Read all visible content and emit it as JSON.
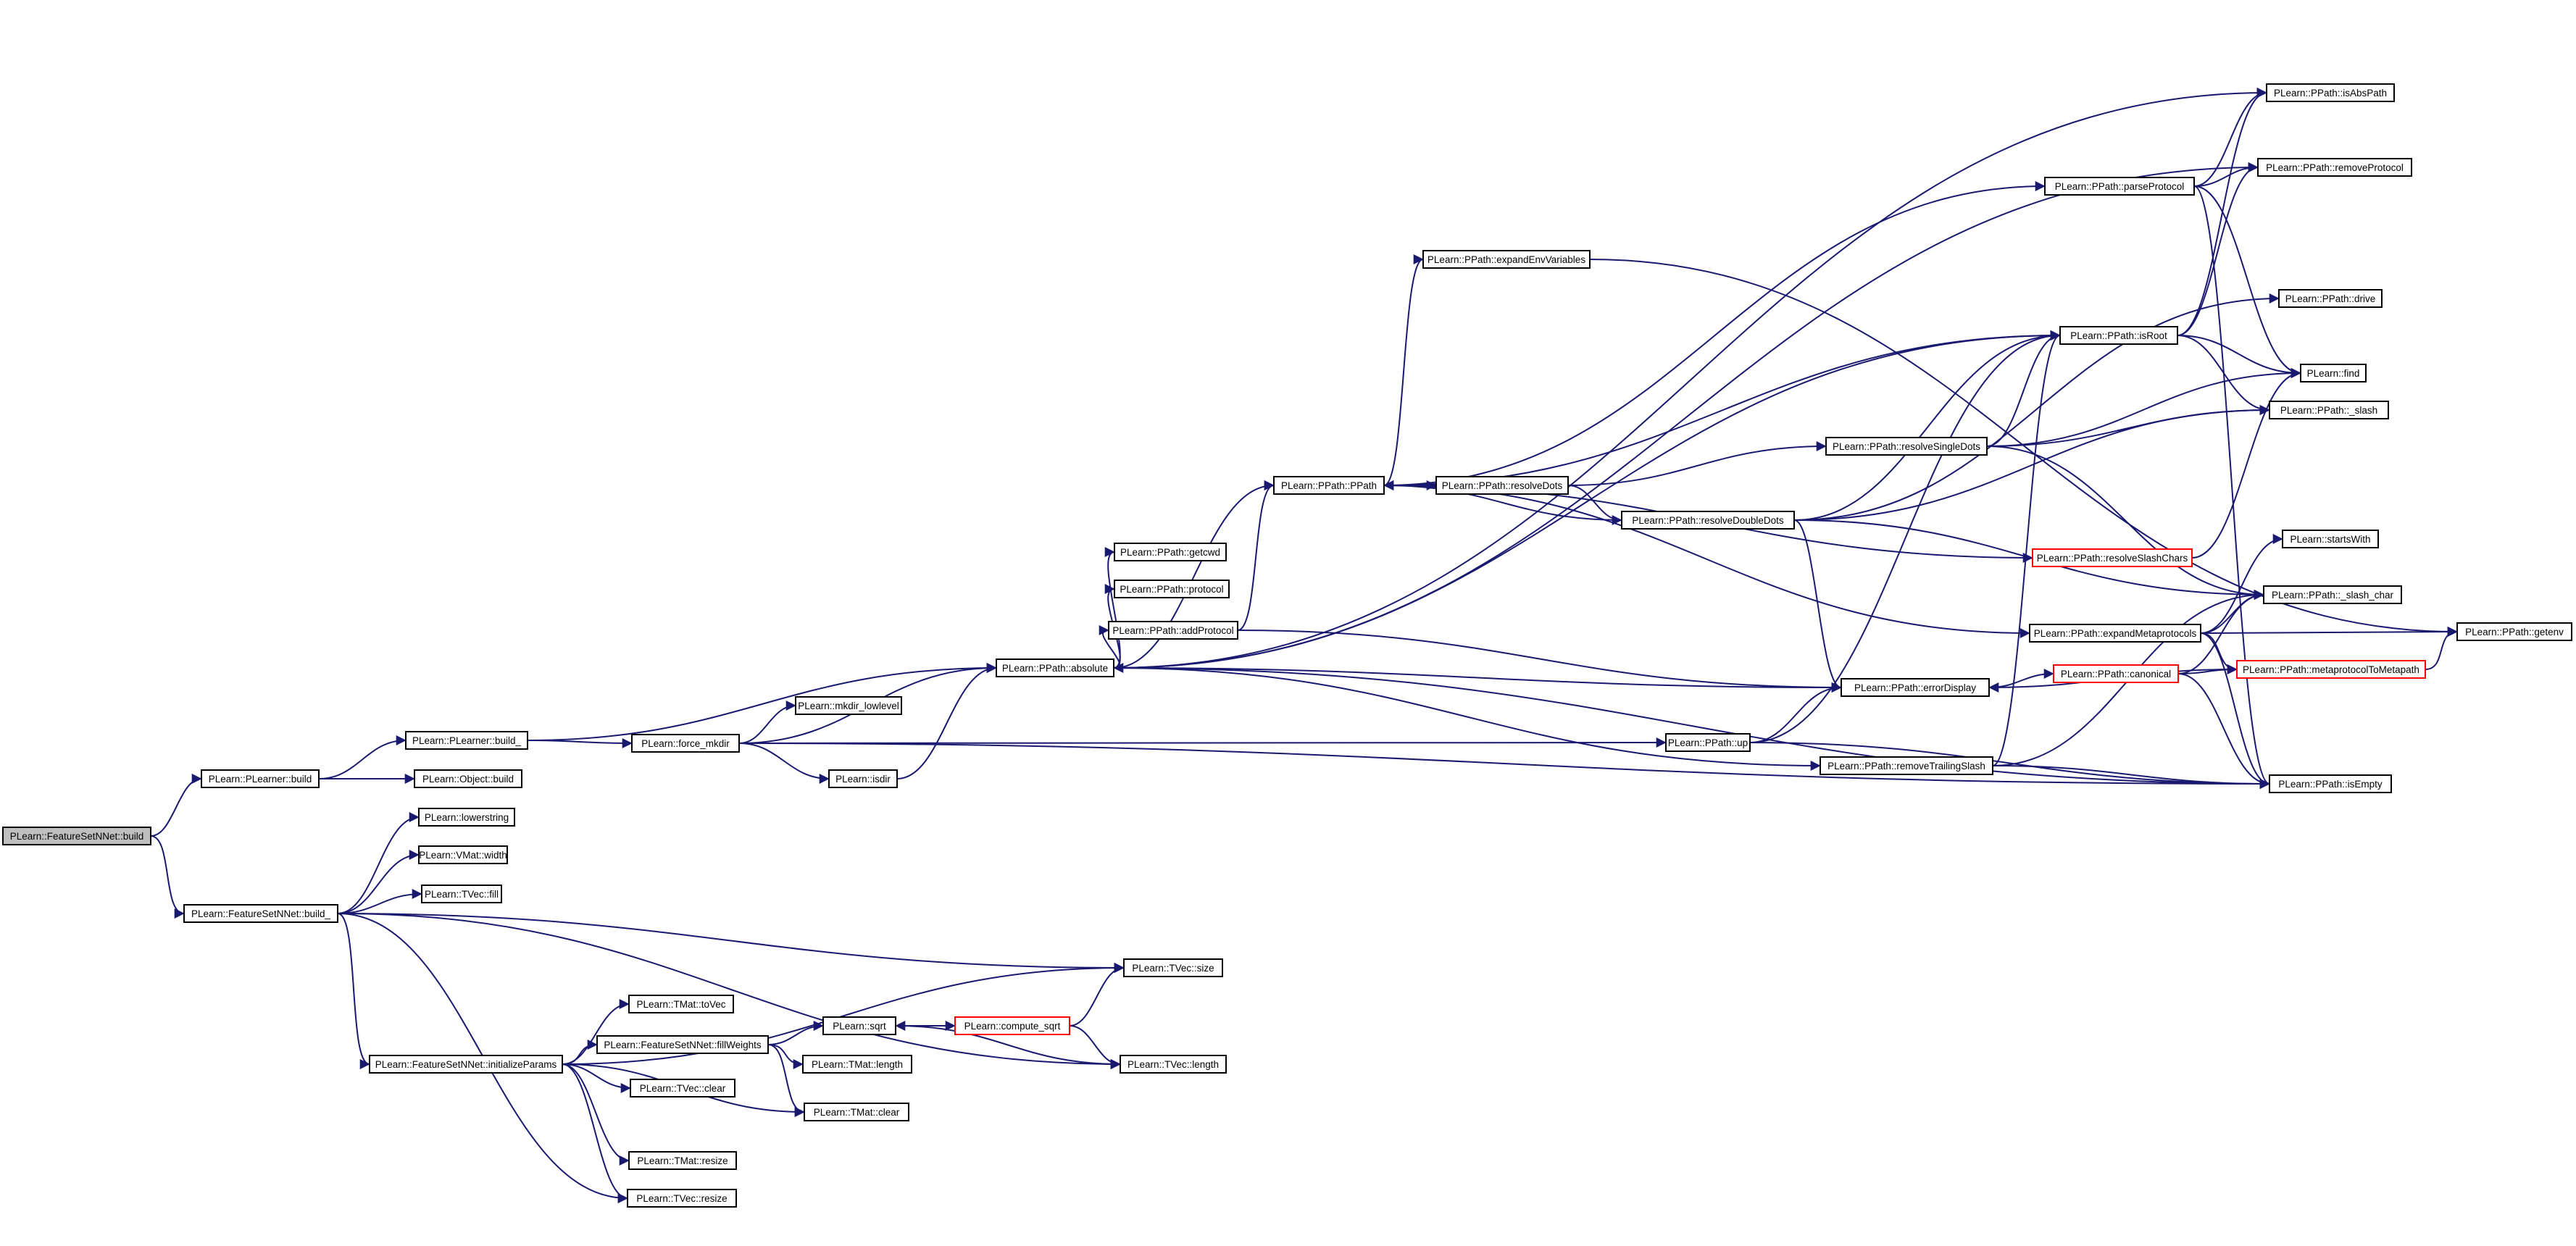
{
  "diagram": {
    "kind": "call-graph",
    "colors": {
      "edge": "#191970",
      "node_border": "#000000",
      "truncated_border": "#ff0000",
      "root_fill": "#bfbfbf"
    },
    "nodes": [
      {
        "id": "root",
        "label": "PLearn::FeatureSetNNet::build",
        "style": "root"
      },
      {
        "id": "plbuild",
        "label": "PLearn::PLearner::build"
      },
      {
        "id": "fsbuild_",
        "label": "PLearn::FeatureSetNNet::build_"
      },
      {
        "id": "plbuild_",
        "label": "PLearn::PLearner::build_"
      },
      {
        "id": "objbuild",
        "label": "PLearn::Object::build"
      },
      {
        "id": "lowerstring",
        "label": "PLearn::lowerstring"
      },
      {
        "id": "vmatwidth",
        "label": "PLearn::VMat::width"
      },
      {
        "id": "tvecfill",
        "label": "PLearn::TVec::fill"
      },
      {
        "id": "forcemkdir",
        "label": "PLearn::force_mkdir"
      },
      {
        "id": "absolute",
        "label": "PLearn::PPath::absolute"
      },
      {
        "id": "mkdirlow",
        "label": "PLearn::mkdir_lowlevel"
      },
      {
        "id": "isdir",
        "label": "PLearn::isdir"
      },
      {
        "id": "getcwd",
        "label": "PLearn::PPath::getcwd"
      },
      {
        "id": "protocol",
        "label": "PLearn::PPath::protocol"
      },
      {
        "id": "addprotocol",
        "label": "PLearn::PPath::addProtocol"
      },
      {
        "id": "ppath",
        "label": "PLearn::PPath::PPath"
      },
      {
        "id": "expandenv",
        "label": "PLearn::PPath::expandEnvVariables"
      },
      {
        "id": "resolvedots",
        "label": "PLearn::PPath::resolveDots"
      },
      {
        "id": "resolvedd",
        "label": "PLearn::PPath::resolveDoubleDots"
      },
      {
        "id": "resolvesd",
        "label": "PLearn::PPath::resolveSingleDots"
      },
      {
        "id": "errordisplay",
        "label": "PLearn::PPath::errorDisplay"
      },
      {
        "id": "up",
        "label": "PLearn::PPath::up"
      },
      {
        "id": "removetrail",
        "label": "PLearn::PPath::removeTrailingSlash"
      },
      {
        "id": "parseprotocol",
        "label": "PLearn::PPath::parseProtocol"
      },
      {
        "id": "isroot",
        "label": "PLearn::PPath::isRoot"
      },
      {
        "id": "resolveslash",
        "label": "PLearn::PPath::resolveSlashChars",
        "style": "trunc"
      },
      {
        "id": "expandmeta",
        "label": "PLearn::PPath::expandMetaprotocols"
      },
      {
        "id": "canonical",
        "label": "PLearn::PPath::canonical",
        "style": "trunc"
      },
      {
        "id": "isabspath",
        "label": "PLearn::PPath::isAbsPath"
      },
      {
        "id": "removeprotocol",
        "label": "PLearn::PPath::removeProtocol"
      },
      {
        "id": "drive",
        "label": "PLearn::PPath::drive"
      },
      {
        "id": "find",
        "label": "PLearn::find"
      },
      {
        "id": "slash",
        "label": "PLearn::PPath::_slash"
      },
      {
        "id": "startswith",
        "label": "PLearn::startsWith"
      },
      {
        "id": "slashchar",
        "label": "PLearn::PPath::_slash_char"
      },
      {
        "id": "metatometa",
        "label": "PLearn::PPath::metaprotocolToMetapath",
        "style": "trunc"
      },
      {
        "id": "getenv",
        "label": "PLearn::PPath::getenv"
      },
      {
        "id": "isempty",
        "label": "PLearn::PPath::isEmpty"
      },
      {
        "id": "tvecsize",
        "label": "PLearn::TVec::size"
      },
      {
        "id": "tmattovec",
        "label": "PLearn::TMat::toVec"
      },
      {
        "id": "fillweights",
        "label": "PLearn::FeatureSetNNet::fillWeights"
      },
      {
        "id": "initparams",
        "label": "PLearn::FeatureSetNNet::initializeParams"
      },
      {
        "id": "sqrt",
        "label": "PLearn::sqrt"
      },
      {
        "id": "computesqrt",
        "label": "PLearn::compute_sqrt",
        "style": "trunc"
      },
      {
        "id": "tmatlength",
        "label": "PLearn::TMat::length"
      },
      {
        "id": "tveclength",
        "label": "PLearn::TVec::length"
      },
      {
        "id": "tvecclear",
        "label": "PLearn::TVec::clear"
      },
      {
        "id": "tmatclear",
        "label": "PLearn::TMat::clear"
      },
      {
        "id": "tmatresize",
        "label": "PLearn::TMat::resize"
      },
      {
        "id": "tvecresize",
        "label": "PLearn::TVec::resize"
      }
    ],
    "edges": [
      [
        "root",
        "plbuild"
      ],
      [
        "root",
        "fsbuild_"
      ],
      [
        "plbuild",
        "plbuild_"
      ],
      [
        "plbuild",
        "objbuild"
      ],
      [
        "plbuild_",
        "forcemkdir"
      ],
      [
        "plbuild_",
        "absolute"
      ],
      [
        "forcemkdir",
        "absolute"
      ],
      [
        "forcemkdir",
        "mkdirlow"
      ],
      [
        "forcemkdir",
        "isdir"
      ],
      [
        "forcemkdir",
        "up"
      ],
      [
        "forcemkdir",
        "isempty"
      ],
      [
        "isdir",
        "absolute"
      ],
      [
        "absolute",
        "getcwd"
      ],
      [
        "absolute",
        "protocol"
      ],
      [
        "absolute",
        "addprotocol"
      ],
      [
        "absolute",
        "ppath"
      ],
      [
        "absolute",
        "isabspath"
      ],
      [
        "absolute",
        "removeprotocol"
      ],
      [
        "absolute",
        "isempty"
      ],
      [
        "absolute",
        "removetrail"
      ],
      [
        "absolute",
        "isroot"
      ],
      [
        "addprotocol",
        "ppath"
      ],
      [
        "addprotocol",
        "errordisplay"
      ],
      [
        "ppath",
        "expandenv"
      ],
      [
        "ppath",
        "parseprotocol"
      ],
      [
        "ppath",
        "resolvedots"
      ],
      [
        "ppath",
        "resolveslash"
      ],
      [
        "ppath",
        "expandmeta"
      ],
      [
        "expandenv",
        "getenv"
      ],
      [
        "resolvedots",
        "resolvedd"
      ],
      [
        "resolvedots",
        "resolvesd"
      ],
      [
        "resolvedd",
        "ppath"
      ],
      [
        "resolvedd",
        "isroot"
      ],
      [
        "resolvedd",
        "slash"
      ],
      [
        "resolvedd",
        "drive"
      ],
      [
        "resolvedd",
        "errordisplay"
      ],
      [
        "resolvedd",
        "slashchar"
      ],
      [
        "resolvesd",
        "isroot"
      ],
      [
        "resolvesd",
        "find"
      ],
      [
        "resolvesd",
        "slash"
      ],
      [
        "resolvesd",
        "slashchar"
      ],
      [
        "parseprotocol",
        "isabspath"
      ],
      [
        "parseprotocol",
        "removeprotocol"
      ],
      [
        "parseprotocol",
        "find"
      ],
      [
        "parseprotocol",
        "isempty"
      ],
      [
        "isroot",
        "isabspath"
      ],
      [
        "isroot",
        "removeprotocol"
      ],
      [
        "isroot",
        "find"
      ],
      [
        "isroot",
        "slash"
      ],
      [
        "isroot",
        "ppath"
      ],
      [
        "resolveslash",
        "find"
      ],
      [
        "expandmeta",
        "getenv"
      ],
      [
        "expandmeta",
        "metatometa"
      ],
      [
        "expandmeta",
        "isempty"
      ],
      [
        "expandmeta",
        "startswith"
      ],
      [
        "expandmeta",
        "slashchar"
      ],
      [
        "errordisplay",
        "canonical"
      ],
      [
        "errordisplay",
        "absolute"
      ],
      [
        "canonical",
        "metatometa"
      ],
      [
        "canonical",
        "isempty"
      ],
      [
        "canonical",
        "slashchar"
      ],
      [
        "metatometa",
        "getenv"
      ],
      [
        "metatometa",
        "errordisplay"
      ],
      [
        "up",
        "errordisplay"
      ],
      [
        "up",
        "isempty"
      ],
      [
        "up",
        "isroot"
      ],
      [
        "removetrail",
        "isroot"
      ],
      [
        "removetrail",
        "isempty"
      ],
      [
        "removetrail",
        "slashchar"
      ],
      [
        "fsbuild_",
        "lowerstring"
      ],
      [
        "fsbuild_",
        "vmatwidth"
      ],
      [
        "fsbuild_",
        "tvecfill"
      ],
      [
        "fsbuild_",
        "tvecsize"
      ],
      [
        "fsbuild_",
        "initparams"
      ],
      [
        "fsbuild_",
        "tvecresize"
      ],
      [
        "fsbuild_",
        "tveclength"
      ],
      [
        "initparams",
        "tvecsize"
      ],
      [
        "initparams",
        "tmattovec"
      ],
      [
        "initparams",
        "fillweights"
      ],
      [
        "initparams",
        "tvecclear"
      ],
      [
        "initparams",
        "tmatclear"
      ],
      [
        "initparams",
        "tmatresize"
      ],
      [
        "initparams",
        "tvecresize"
      ],
      [
        "fillweights",
        "sqrt"
      ],
      [
        "fillweights",
        "tmatlength"
      ],
      [
        "fillweights",
        "tmatclear"
      ],
      [
        "sqrt",
        "computesqrt"
      ],
      [
        "sqrt",
        "tveclength"
      ],
      [
        "computesqrt",
        "sqrt"
      ],
      [
        "computesqrt",
        "tvecsize"
      ],
      [
        "computesqrt",
        "tveclength"
      ]
    ]
  }
}
